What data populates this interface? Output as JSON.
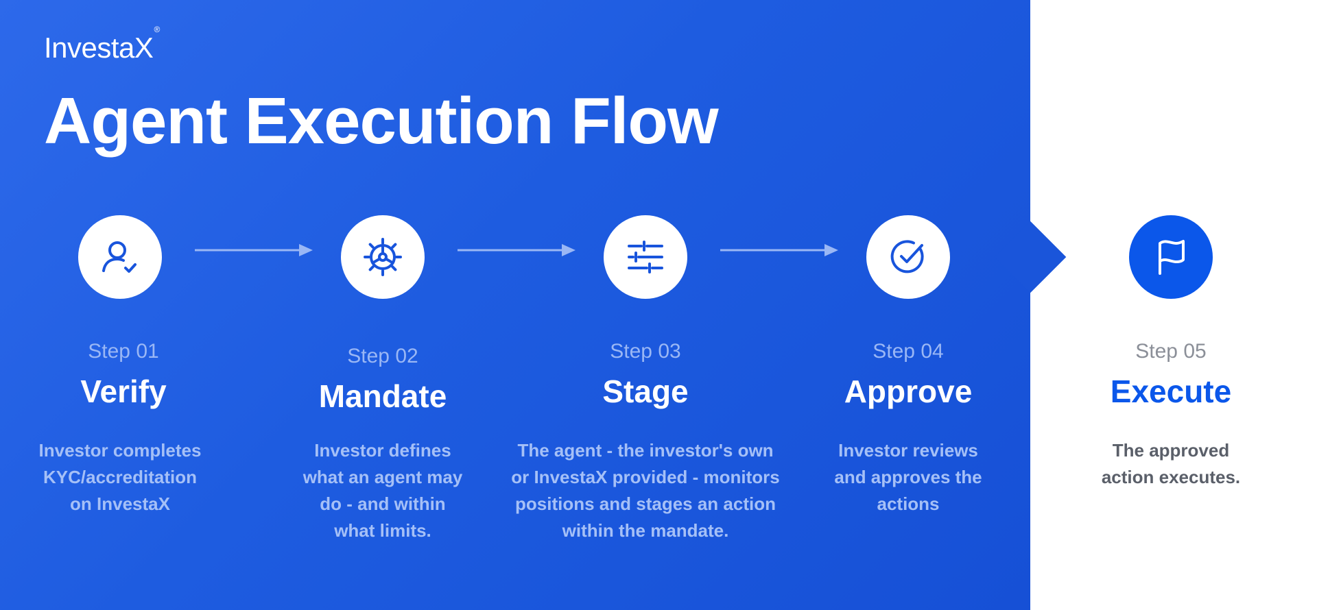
{
  "brand": {
    "name": "InvestaX",
    "mark": "®"
  },
  "title": "Agent Execution Flow",
  "colors": {
    "panel_blue": "#1e5ce0",
    "accent_blue": "#0b57ea",
    "muted_label": "#9ab7f5",
    "white": "#ffffff"
  },
  "steps": [
    {
      "label": "Step 01",
      "name": "Verify",
      "icon": "user-check-icon",
      "description_lines": [
        "Investor completes",
        "KYC/accreditation",
        "on InvestaX"
      ]
    },
    {
      "label": "Step 02",
      "name": "Mandate",
      "icon": "gear-icon",
      "description_lines": [
        "Investor defines",
        "what an agent may",
        "do - and within",
        "what limits."
      ]
    },
    {
      "label": "Step 03",
      "name": "Stage",
      "icon": "sliders-icon",
      "description_lines": [
        "The agent - the investor's own",
        "or InvestaX provided - monitors",
        "positions and stages an action",
        "within the mandate."
      ]
    },
    {
      "label": "Step 04",
      "name": "Approve",
      "icon": "check-circle-icon",
      "description_lines": [
        "Investor reviews",
        "and approves the",
        "actions"
      ]
    },
    {
      "label": "Step 05",
      "name": "Execute",
      "icon": "flag-icon",
      "description_lines": [
        "The approved",
        "action executes."
      ]
    }
  ]
}
